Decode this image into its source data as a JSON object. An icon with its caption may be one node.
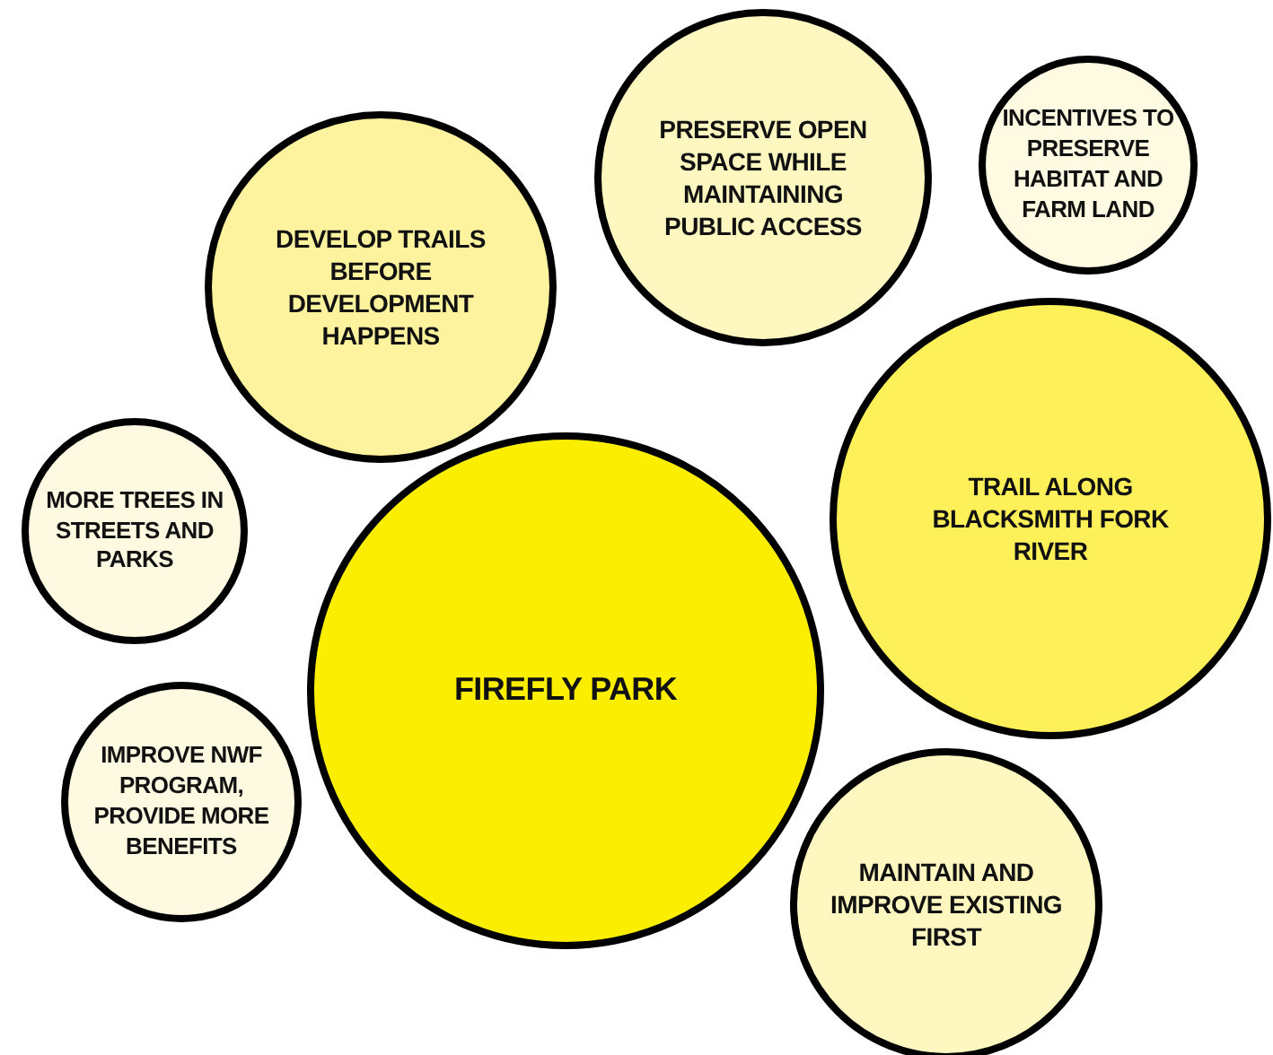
{
  "diagram": {
    "nodes": [
      {
        "text": [
          "PRESERVE OPEN SPACE WHILE MAINTAINING PUBLIC ACCESS"
        ]
      },
      {
        "text": [
          "INCENTIVES TO PRESERVE HABITAT AND FARM LAND"
        ]
      },
      {
        "text": [
          "DEVELOP TRAILS BEFORE DEVELOPMENT HAPPENS"
        ]
      },
      {
        "text": [
          "TRAIL ALONG BLACKSMITH FORK RIVER"
        ]
      },
      {
        "text": [
          "MORE TREES IN STREETS AND PARKS"
        ]
      },
      {
        "text": [
          "FIREFLY PARK"
        ]
      },
      {
        "text": [
          "IMPROVE NWF PROGRAM, PROVIDE MORE BENEFITS"
        ]
      },
      {
        "text": [
          "MAINTAIN AND IMPROVE EXISTING FIRST"
        ]
      }
    ]
  }
}
